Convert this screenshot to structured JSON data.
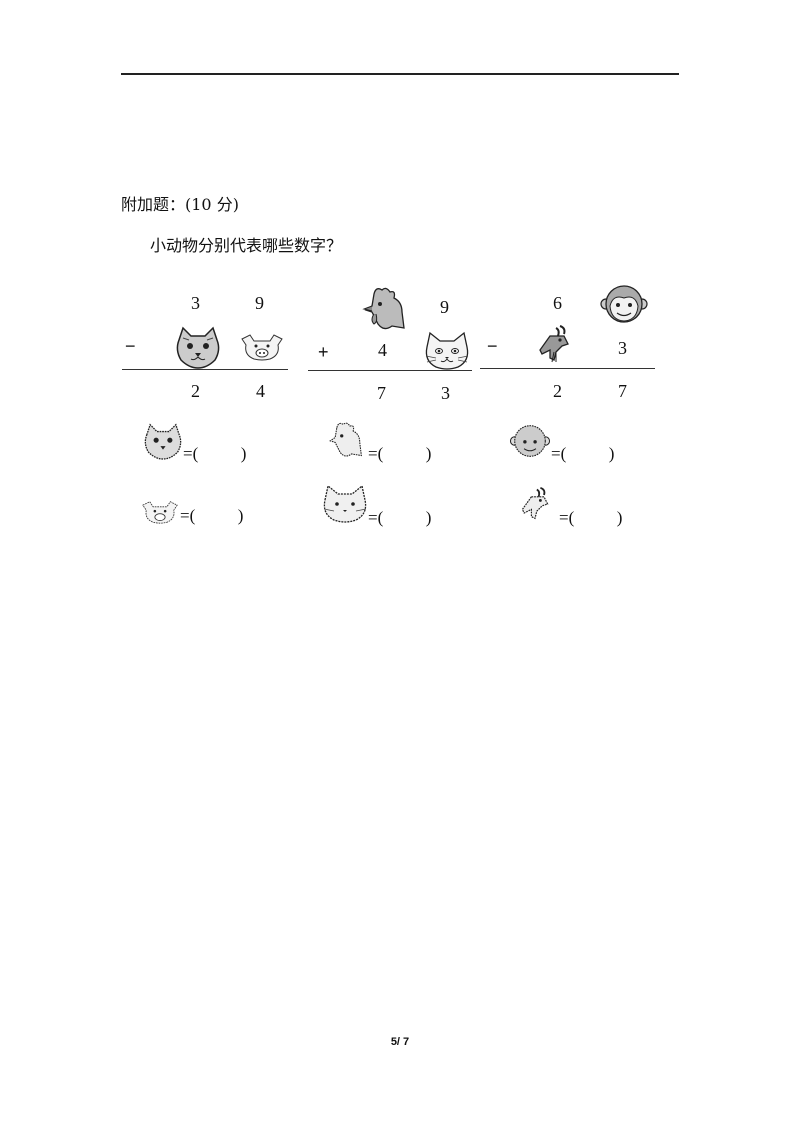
{
  "section": {
    "title": "附加题：(10 分)",
    "question": "小动物分别代表哪些数字？"
  },
  "problems": [
    {
      "operator": "−",
      "top": [
        "3",
        "9"
      ],
      "result": [
        "2",
        "4"
      ]
    },
    {
      "operator": "+",
      "top_right": "9",
      "middle_left": "4",
      "result": [
        "7",
        "3"
      ]
    },
    {
      "operator": "−",
      "top_left": "6",
      "middle_right": "3",
      "result": [
        "2",
        "7"
      ]
    }
  ],
  "answers": {
    "cat": "=(          )",
    "rooster": "=(          )",
    "monkey": "=(          )",
    "pig": "=(          )",
    "kitten": "=(          )",
    "goat": "=(          )"
  },
  "footer": {
    "page": "5/ 7"
  }
}
